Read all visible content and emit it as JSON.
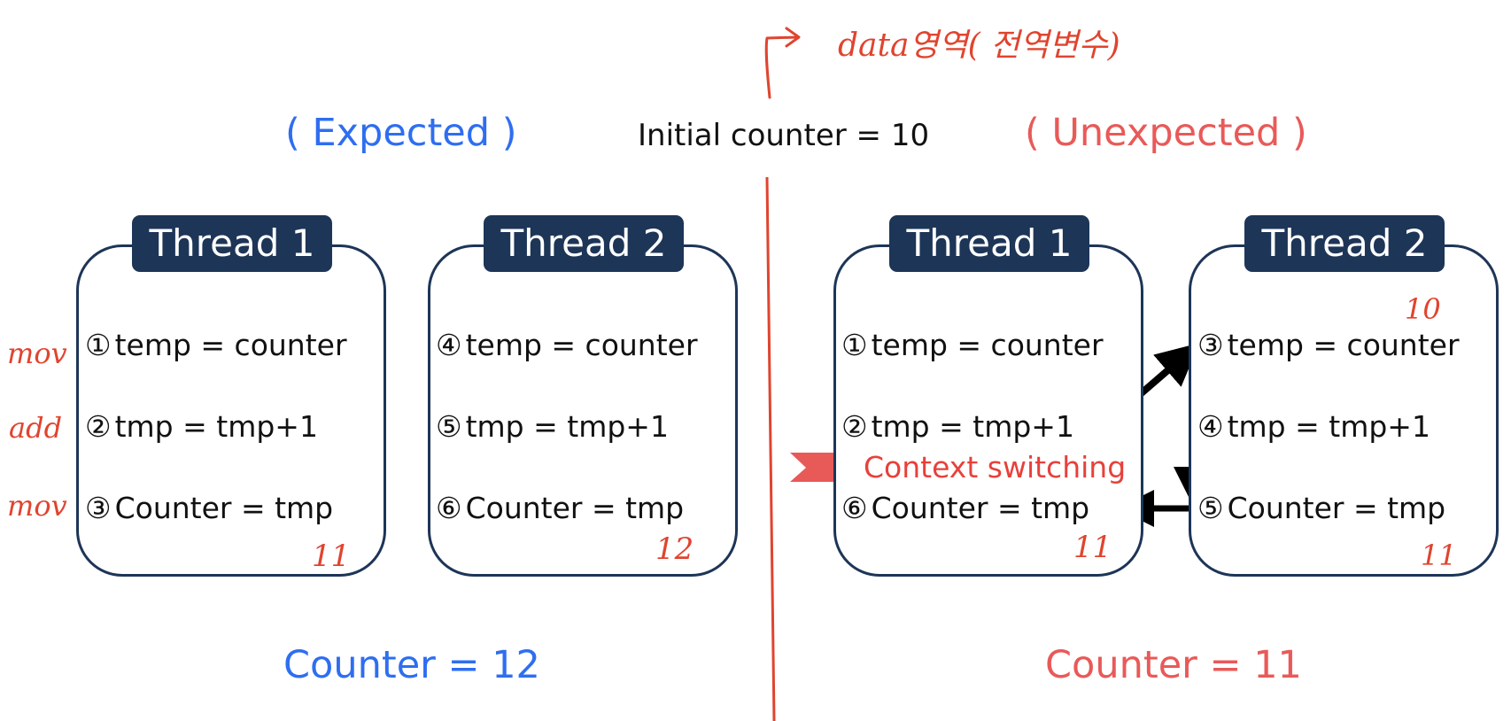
{
  "header": {
    "initial": "Initial counter = 10",
    "expected_label": "( Expected )",
    "unexpected_label": "( Unexpected )",
    "annotation": "data영역( 전역변수)"
  },
  "expected": {
    "thread1": {
      "title": "Thread 1",
      "steps": [
        {
          "num": "①",
          "text": "temp = counter"
        },
        {
          "num": "②",
          "text": "tmp = tmp+1"
        },
        {
          "num": "③",
          "text": "Counter = tmp"
        }
      ],
      "note": "11"
    },
    "thread2": {
      "title": "Thread 2",
      "steps": [
        {
          "num": "④",
          "text": "temp = counter"
        },
        {
          "num": "⑤",
          "text": "tmp = tmp+1"
        },
        {
          "num": "⑥",
          "text": "Counter = tmp"
        }
      ],
      "note": "12"
    },
    "result": "Counter = 12"
  },
  "unexpected": {
    "thread1": {
      "title": "Thread 1",
      "steps": [
        {
          "num": "①",
          "text": "temp = counter"
        },
        {
          "num": "②",
          "text": "tmp = tmp+1"
        },
        {
          "num": "⑥",
          "text": "Counter = tmp"
        }
      ],
      "note": "11"
    },
    "thread2": {
      "title": "Thread 2",
      "steps": [
        {
          "num": "③",
          "text": "temp = counter"
        },
        {
          "num": "④",
          "text": "tmp = tmp+1"
        },
        {
          "num": "⑤",
          "text": "Counter = tmp"
        }
      ],
      "note_top": "10",
      "note": "11"
    },
    "context_switch": "Context switching",
    "result": "Counter = 11"
  },
  "margin_notes": [
    "mov",
    "add",
    "mov"
  ],
  "colors": {
    "accent_blue": "#2e6ef0",
    "accent_red": "#e85a58",
    "thread_navy": "#1d3557",
    "handwriting_red": "#e0442f"
  }
}
